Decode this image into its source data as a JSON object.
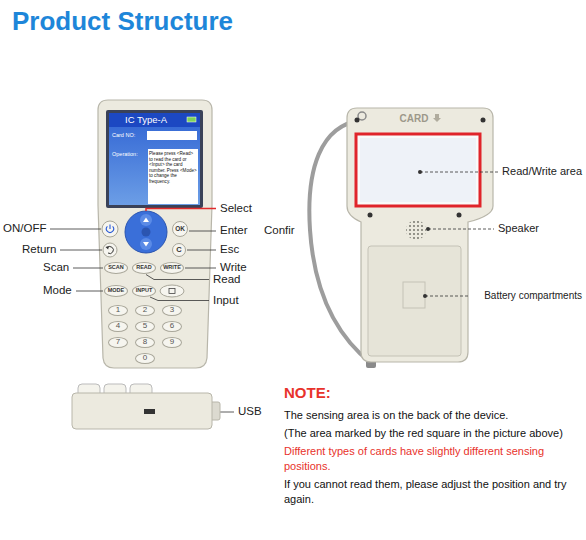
{
  "diagram": {
    "title": "Product Structure",
    "nodes": [
      {
        "text": [
          "IC Type-A",
          "Card NO:",
          "Operation:",
          "Please press <Read> to read the card or <Input> the card number. Press <Mode> to change the frequency."
        ]
      },
      {
        "text": [
          "OK"
        ]
      },
      {
        "text": [
          "C"
        ]
      },
      {
        "text": [
          "SCAN"
        ]
      },
      {
        "text": [
          "READ"
        ]
      },
      {
        "text": [
          "WRITE"
        ]
      },
      {
        "text": [
          "MODE"
        ]
      },
      {
        "text": [
          "INPUT"
        ]
      },
      {
        "text": [
          "1"
        ]
      },
      {
        "text": [
          "2"
        ]
      },
      {
        "text": [
          "3"
        ]
      },
      {
        "text": [
          "4"
        ]
      },
      {
        "text": [
          "5"
        ]
      },
      {
        "text": [
          "6"
        ]
      },
      {
        "text": [
          "7"
        ]
      },
      {
        "text": [
          "8"
        ]
      },
      {
        "text": [
          "9"
        ]
      },
      {
        "text": [
          "0"
        ]
      }
    ],
    "labels": [
      "ON/OFF",
      "Return",
      "Scan",
      "Mode",
      "Select",
      "Enter",
      "Confir",
      "Esc",
      "Write",
      "Read",
      "Input",
      "CARD",
      "Read/Write area",
      "Speaker",
      "Battery compartments",
      "USB",
      "NOTE:",
      "The sensing area is on the back of the device.",
      "(The area marked by the red square in the picture above)",
      "Different types of cards have slightly different sensing positions.",
      "If you cannot read them, please adjust the position and try again."
    ]
  }
}
